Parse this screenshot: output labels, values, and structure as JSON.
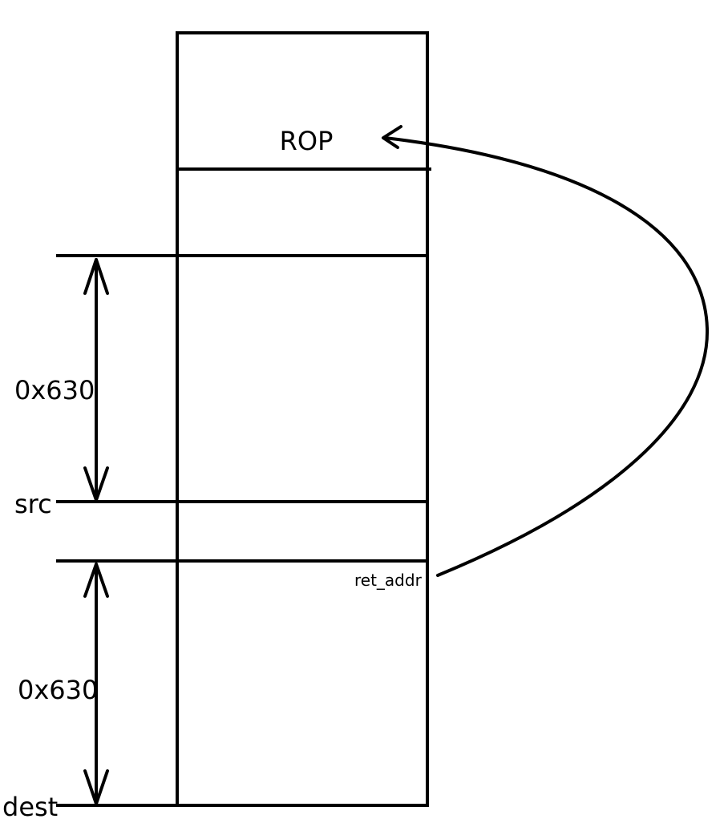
{
  "labels": {
    "rop": "ROP",
    "top_size": "0x630",
    "src": "src",
    "ret_addr": "ret_addr",
    "bottom_size": "0x630",
    "dest": "dest"
  }
}
